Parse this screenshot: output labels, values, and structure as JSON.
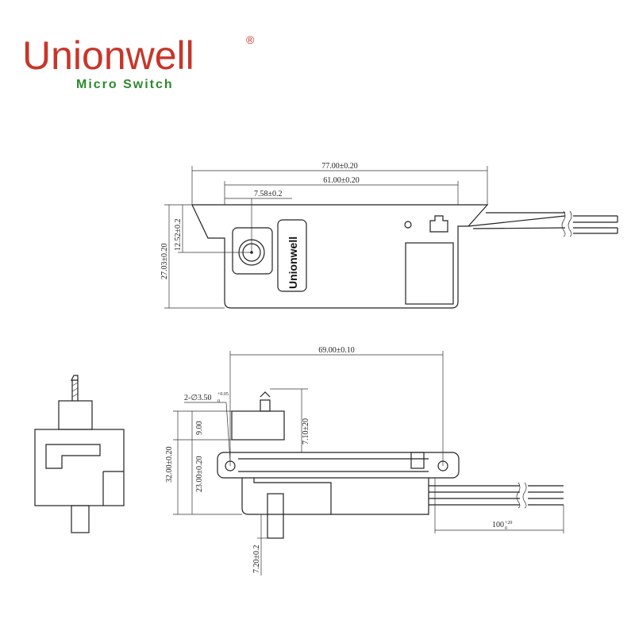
{
  "brand": {
    "name": "Unionwell",
    "registered": "®",
    "tagline": "Micro Switch",
    "name_color": "#c8362a",
    "tagline_color": "#2d8a2d"
  },
  "top_view": {
    "device_logo": "Unionwell",
    "dims": {
      "overall_length": "77.00±0.20",
      "body_length": "61.00±0.20",
      "button_offset": "7.58±0.2",
      "button_height": "12.52±0.2",
      "overall_height": "27.03±0.20"
    }
  },
  "front_view": {
    "dims": {
      "hole_pitch": "69.00±0.10",
      "hole_dia": "2-∅3.50",
      "hole_tol_upper": "+0.05",
      "hole_tol_lower": "0",
      "plunger_travel": "7.10±20",
      "top_height": "9.00",
      "total_height": "32.00±0.20",
      "body_height": "23.00±0.20",
      "actuator_length": "7.20±0.2",
      "wire_length": "100",
      "wire_tol_upper": "+20",
      "wire_tol_lower": "0"
    }
  }
}
